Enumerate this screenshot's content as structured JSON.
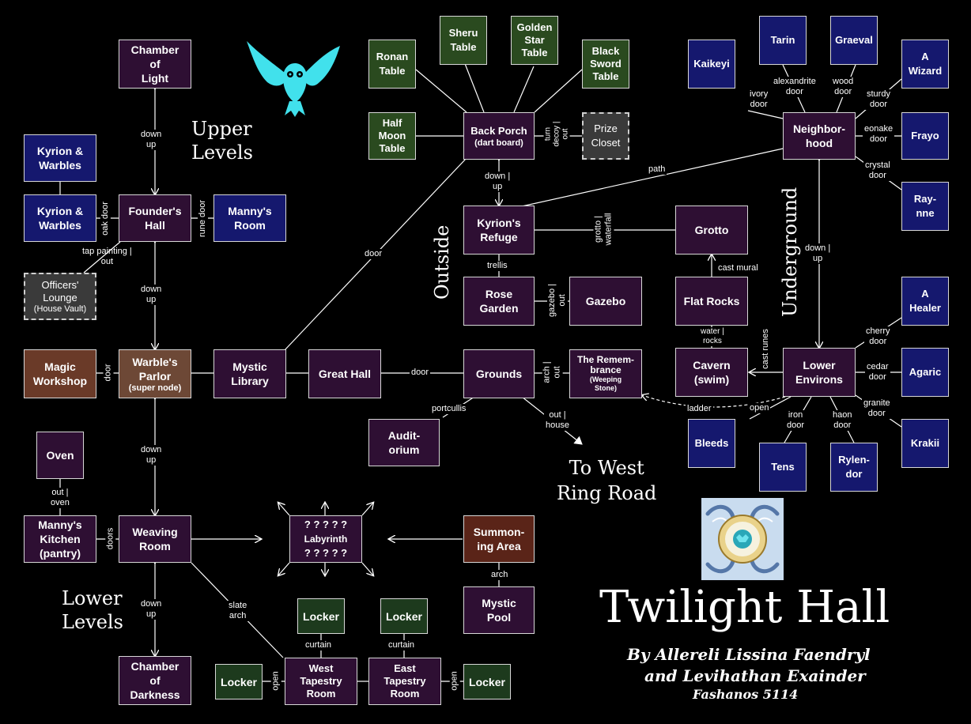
{
  "rooms": {
    "chamber_of_light": [
      "Chamber",
      "of",
      "Light"
    ],
    "kyrion_warbles_top": [
      "Kyrion &",
      "Warbles"
    ],
    "kyrion_warbles": [
      "Kyrion &",
      "Warbles"
    ],
    "founders_hall": [
      "Founder's",
      "Hall"
    ],
    "mannys_room": [
      "Manny's",
      "Room"
    ],
    "officers_lounge": [
      "Officers'",
      "Lounge",
      "(House Vault)"
    ],
    "magic_workshop": [
      "Magic",
      "Workshop"
    ],
    "warbles_parlor": [
      "Warble's",
      "Parlor",
      "(super node)"
    ],
    "mystic_library": [
      "Mystic",
      "Library"
    ],
    "great_hall": [
      "Great Hall"
    ],
    "grounds": [
      "Grounds"
    ],
    "remembrance": [
      "The Remem-",
      "brance",
      "(Weeping",
      "Stone)"
    ],
    "auditorium": [
      "Audit-",
      "orium"
    ],
    "oven": [
      "Oven"
    ],
    "mannys_kitchen": [
      "Manny's",
      "Kitchen",
      "(pantry)"
    ],
    "weaving_room": [
      "Weaving",
      "Room"
    ],
    "labyrinth": [
      "? ? ? ? ?",
      "Labyrinth",
      "? ? ? ? ?"
    ],
    "summoning_area": [
      "Summon-",
      "ing Area"
    ],
    "mystic_pool": [
      "Mystic",
      "Pool"
    ],
    "chamber_of_darkness": [
      "Chamber",
      "of",
      "Darkness"
    ],
    "locker_w_top": [
      "Locker"
    ],
    "locker_e_top": [
      "Locker"
    ],
    "locker_w": [
      "Locker"
    ],
    "west_tapestry": [
      "West",
      "Tapestry",
      "Room"
    ],
    "east_tapestry": [
      "East",
      "Tapestry",
      "Room"
    ],
    "locker_e": [
      "Locker"
    ],
    "ronan_table": [
      "Ronan",
      "Table"
    ],
    "sheru_table": [
      "Sheru",
      "Table"
    ],
    "golden_star_table": [
      "Golden",
      "Star",
      "Table"
    ],
    "black_sword_table": [
      "Black",
      "Sword",
      "Table"
    ],
    "half_moon_table": [
      "Half",
      "Moon",
      "Table"
    ],
    "back_porch": [
      "Back Porch",
      "(dart board)"
    ],
    "prize_closet": [
      "Prize",
      "Closet"
    ],
    "kyrions_refuge": [
      "Kyrion's",
      "Refuge"
    ],
    "grotto": [
      "Grotto"
    ],
    "rose_garden": [
      "Rose",
      "Garden"
    ],
    "gazebo": [
      "Gazebo"
    ],
    "flat_rocks": [
      "Flat Rocks"
    ],
    "cavern": [
      "Cavern",
      "(swim)"
    ],
    "kaikeyi": [
      "Kaikeyi"
    ],
    "tarin": [
      "Tarin"
    ],
    "graeval": [
      "Graeval"
    ],
    "a_wizard": [
      "A",
      "Wizard"
    ],
    "neighborhood": [
      "Neighbor-",
      "hood"
    ],
    "frayo": [
      "Frayo"
    ],
    "raynne": [
      "Ray-",
      "nne"
    ],
    "lower_environs": [
      "Lower",
      "Environs"
    ],
    "a_healer": [
      "A",
      "Healer"
    ],
    "agaric": [
      "Agaric"
    ],
    "krakii": [
      "Krakii"
    ],
    "bleeds": [
      "Bleeds"
    ],
    "tens": [
      "Tens"
    ],
    "rylendor": [
      "Rylen-",
      "dor"
    ]
  },
  "edge_labels": {
    "down_up_1": [
      "down",
      "up"
    ],
    "down_up_2": [
      "down",
      "up"
    ],
    "down_up_3": [
      "down",
      "up"
    ],
    "down_up_4": [
      "down",
      "up"
    ],
    "down_up_porch": [
      "down |",
      "up"
    ],
    "down_up_nbhd": [
      "down |",
      "up"
    ],
    "oak_door": [
      "oak door"
    ],
    "rune_door": [
      "rune door"
    ],
    "tap_painting": [
      "tap painting |",
      "out"
    ],
    "door_workshop": [
      "door"
    ],
    "door_diag": [
      "door"
    ],
    "door_great": [
      "door"
    ],
    "arch_out": [
      "arch |",
      "out"
    ],
    "portcullis": [
      "portcullis"
    ],
    "out_house": [
      "out |",
      "house"
    ],
    "out_oven": [
      "out |",
      "oven"
    ],
    "doors_kitchen": [
      "doors"
    ],
    "slate_arch": [
      "slate",
      "arch"
    ],
    "arch_pool": [
      "arch"
    ],
    "curtain_w": [
      "curtain"
    ],
    "curtain_e": [
      "curtain"
    ],
    "open_w": [
      "open"
    ],
    "open_e": [
      "open"
    ],
    "turn_decoy": [
      "turn",
      "decoy |",
      "out"
    ],
    "path": [
      "path"
    ],
    "grotto_waterfall": [
      "grotto |",
      "waterfall"
    ],
    "trellis": [
      "trellis"
    ],
    "gazebo_out": [
      "gazebo |",
      "out"
    ],
    "cast_mural": [
      "cast mural"
    ],
    "water_rocks": [
      "water |",
      "rocks"
    ],
    "cast_runes": [
      "cast runes"
    ],
    "ladder": [
      "ladder"
    ],
    "ivory_door": [
      "ivory",
      "door"
    ],
    "alexandrite_door": [
      "alexandrite",
      "door"
    ],
    "wood_door": [
      "wood",
      "door"
    ],
    "sturdy_door": [
      "sturdy",
      "door"
    ],
    "eonake_door": [
      "eonake",
      "door"
    ],
    "crystal_door": [
      "crystal",
      "door"
    ],
    "cherry_door": [
      "cherry",
      "door"
    ],
    "cedar_door": [
      "cedar",
      "door"
    ],
    "granite_door": [
      "granite",
      "door"
    ],
    "open_bleeds": [
      "open"
    ],
    "iron_door": [
      "iron",
      "door"
    ],
    "haon_door": [
      "haon",
      "door"
    ]
  },
  "area_labels": {
    "upper": [
      "Upper",
      "Levels"
    ],
    "lower": [
      "Lower",
      "Levels"
    ],
    "outside": "Outside",
    "underground": "Underground",
    "west_ring": [
      "To West",
      "Ring Road"
    ]
  },
  "credits": {
    "title": "Twilight Hall",
    "by_line_1": "By Allereli Lissina Faendryl",
    "by_line_2": "and Levihathan Exainder",
    "date": "Fashanos 5114"
  },
  "icons": {
    "owl": "owl-icon",
    "crest": "crest-emblem-icon"
  },
  "colors": {
    "room": "#2e0f33",
    "table": "#2a4a1f",
    "door_node": "#15186e",
    "locker": "#1d3a1d",
    "workshop": "#6a3a28",
    "owl": "#41e1ec"
  }
}
